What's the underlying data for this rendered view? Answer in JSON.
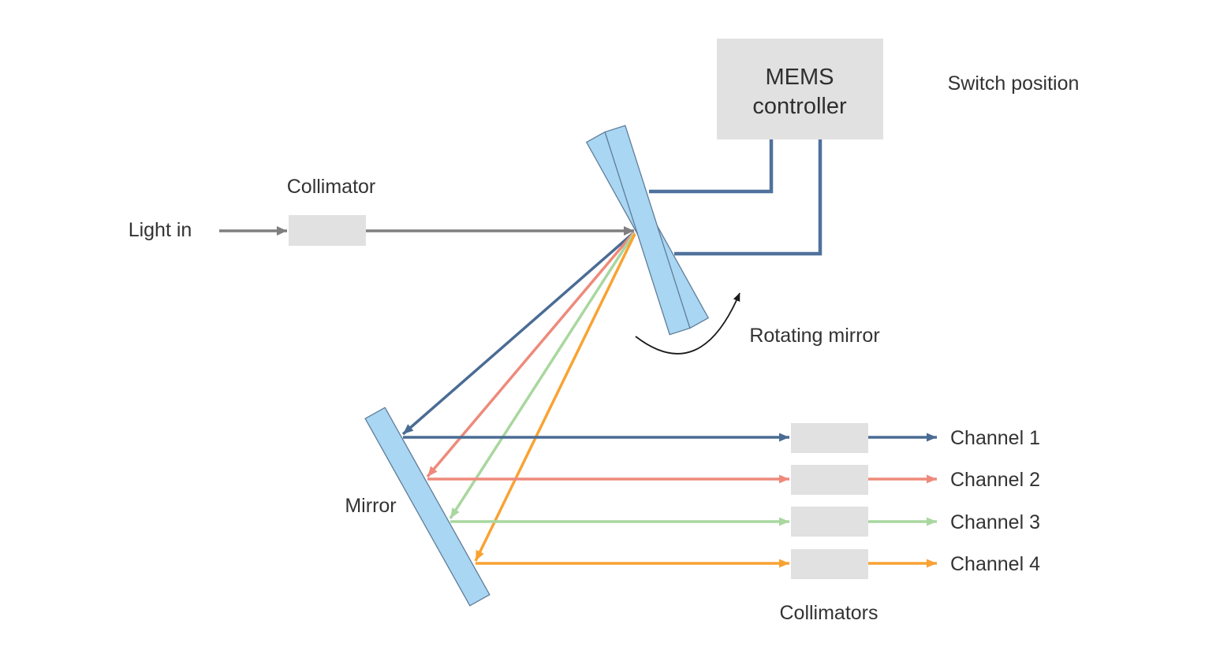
{
  "labels": {
    "light_in": "Light in",
    "input_collimator": "Collimator",
    "switch_position": "Switch position",
    "rotating_mirror": "Rotating mirror",
    "mirror": "Mirror",
    "output_collimators": "Collimators"
  },
  "mems_controller": {
    "lines": [
      "MEMS",
      "controller"
    ]
  },
  "channels": [
    {
      "label": "Channel 1",
      "color": "#4a6c94"
    },
    {
      "label": "Channel 2",
      "color": "#ee8a7b"
    },
    {
      "label": "Channel 3",
      "color": "#a9d79f"
    },
    {
      "label": "Channel 4",
      "color": "#f9a233"
    }
  ],
  "colors": {
    "input_beam": "#7f7f7f",
    "control_wire": "#50719c",
    "mirror_fill": "#a9d6f2",
    "mirror_stroke": "#5f7d99",
    "box_fill": "#e1e1e1",
    "text": "#333333",
    "rotation_arrow": "#1a1a1a",
    "background": "#ffffff"
  }
}
